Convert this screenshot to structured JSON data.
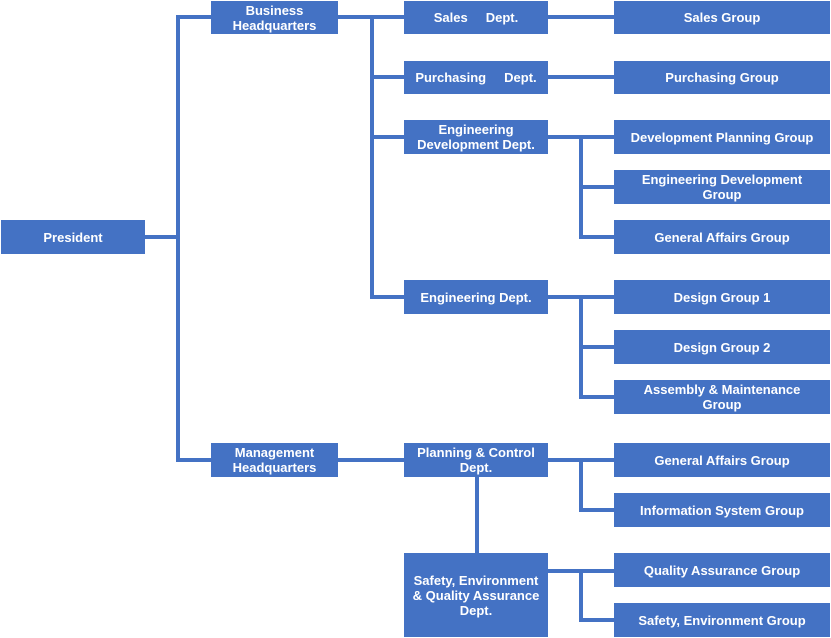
{
  "colors": {
    "box_fill": "#4472c4",
    "box_text": "#ffffff",
    "connector": "#4472c4"
  },
  "org_chart": {
    "president": "President",
    "headquarters": {
      "business": "Business Headquarters",
      "management": "Management Headquarters"
    },
    "departments": {
      "sales": "Sales     Dept.",
      "purchasing": "Purchasing     Dept.",
      "engineering_development": "Engineering Development Dept.",
      "engineering": "Engineering Dept.",
      "planning_control": "Planning & Control Dept.",
      "safety_environment_qa": "Safety, Environment & Quality Assurance Dept."
    },
    "groups": {
      "sales": "Sales Group",
      "purchasing": "Purchasing Group",
      "development_planning": "Development Planning Group",
      "engineering_development": "Engineering Development Group",
      "general_affairs_engineering": "General Affairs Group",
      "design_1": "Design Group 1",
      "design_2": "Design Group 2",
      "assembly_maintenance": "Assembly & Maintenance Group",
      "general_affairs_management": "General Affairs Group",
      "information_system": "Information System Group",
      "quality_assurance": "Quality Assurance Group",
      "safety_environment": "Safety, Environment Group"
    }
  }
}
